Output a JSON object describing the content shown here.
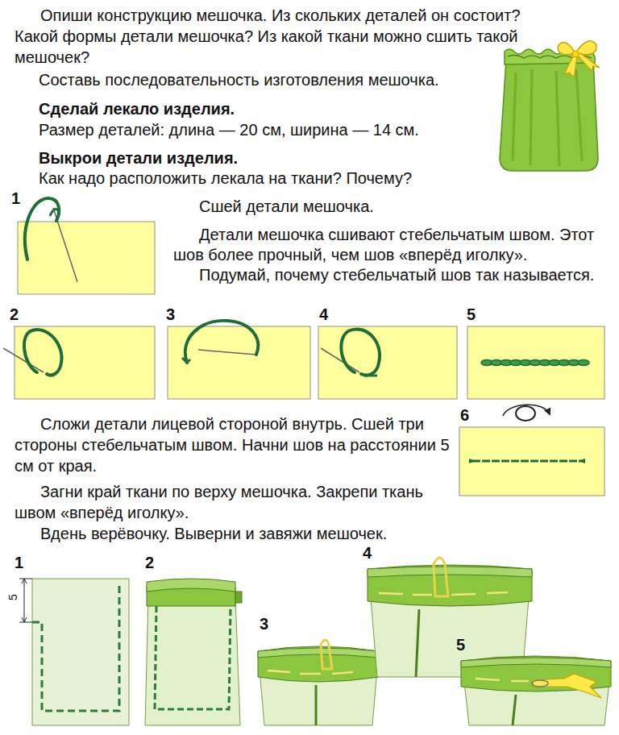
{
  "diagram": {
    "labels": [
      "Опиши конструкцию мешочка. Из скольких деталей он состоит? Какой формы детали мешочка? Из какой ткани можно сшить такой мешочек?",
      "Составь последовательность изготовления мешочка.",
      "Сделай лекало изделия.",
      "Размер деталей: длина — 20 см, ширина — 14 см.",
      "Выкрои детали изделия.",
      "Как надо расположить лекала на ткани? Почему?",
      "1",
      "Сшей детали мешочка.",
      "Детали мешочка сшивают стебельчатым швом. Этот шов более прочный, чем шов «вперёд иголку».",
      "Подумай, почему стебельчатый шов так называется.",
      "2",
      "3",
      "4",
      "5",
      "6",
      "Сложи детали лицевой стороной внутрь. Сшей три стороны стебельчатым швом. Начни шов на расстоянии 5 см от края.",
      "Загни край ткани по верху мешочка. Закрепи ткань швом «вперёд иголку».",
      "Вдень верёвочку. Выверни и завяжи мешочек.",
      "1",
      "5",
      "2",
      "3",
      "4",
      "5"
    ]
  }
}
